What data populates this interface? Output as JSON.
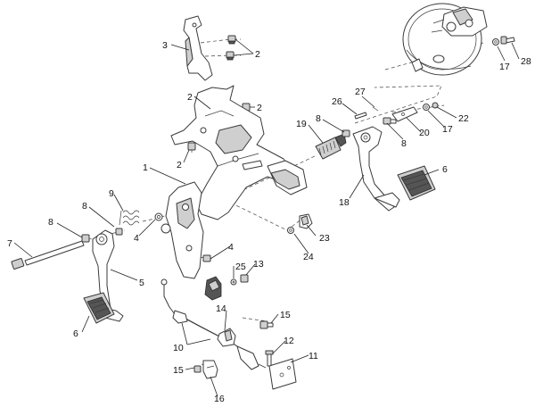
{
  "labels": {
    "l1": "1",
    "l2a": "2",
    "l2b": "2",
    "l2c": "2",
    "l2d": "2",
    "l3": "3",
    "l4a": "4",
    "l4b": "4",
    "l5": "5",
    "l6a": "6",
    "l6b": "6",
    "l7": "7",
    "l8a": "8",
    "l8b": "8",
    "l8c": "8",
    "l8d": "8",
    "l9": "9",
    "l10": "10",
    "l11": "11",
    "l12": "12",
    "l13": "13",
    "l14": "14",
    "l15a": "15",
    "l15b": "15",
    "l16": "16",
    "l17a": "17",
    "l17b": "17",
    "l18": "18",
    "l19": "19",
    "l20": "20",
    "l22": "22",
    "l23": "23",
    "l24": "24",
    "l25": "25",
    "l26": "26",
    "l27": "27",
    "l28": "28"
  }
}
